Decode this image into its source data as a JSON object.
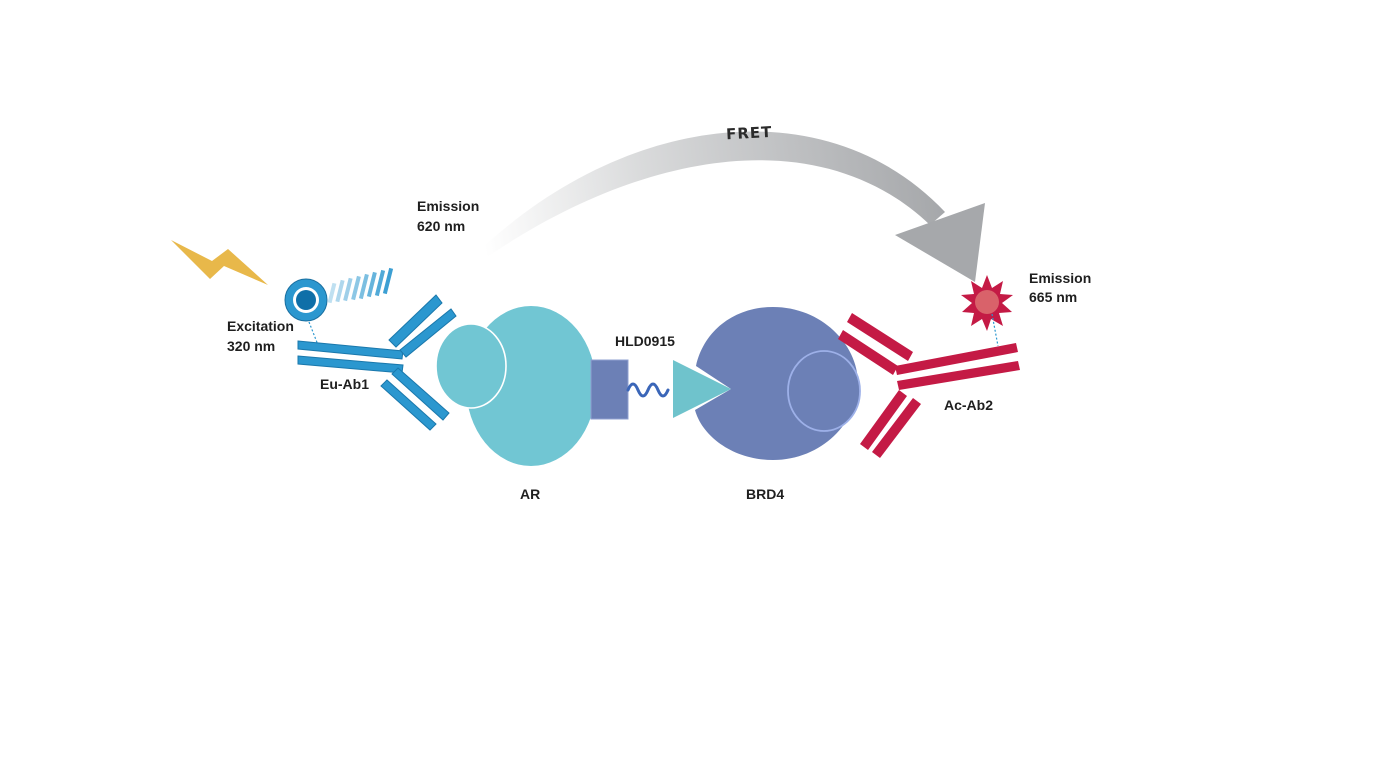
{
  "diagram": {
    "fret_label": "FRET",
    "excitation": {
      "line1": "Excitation",
      "line2": "320 nm"
    },
    "donor_emission": {
      "line1": "Emission",
      "line2": "620 nm"
    },
    "acceptor_emission": {
      "line1": "Emission",
      "line2": "665 nm"
    },
    "donor_antibody": "Eu-Ab1",
    "acceptor_antibody": "Ac-Ab2",
    "protein_left": "AR",
    "protein_right": "BRD4",
    "compound": "HLD0915"
  },
  "colors": {
    "donor_blue": "#2b97cf",
    "donor_dark": "#0f6fa8",
    "ar_teal": "#71c6d3",
    "brd4_purple": "#6c80b6",
    "acceptor_red": "#c41a45",
    "acceptor_dot": "#d9626a",
    "lightning": "#e8b84a",
    "fret_arrow": "#a9abae",
    "linker": "#3b66b8"
  },
  "icons": {
    "lightning": "lightning-icon",
    "europium": "europium-donor-icon",
    "acceptor": "acceptor-starburst-icon"
  }
}
